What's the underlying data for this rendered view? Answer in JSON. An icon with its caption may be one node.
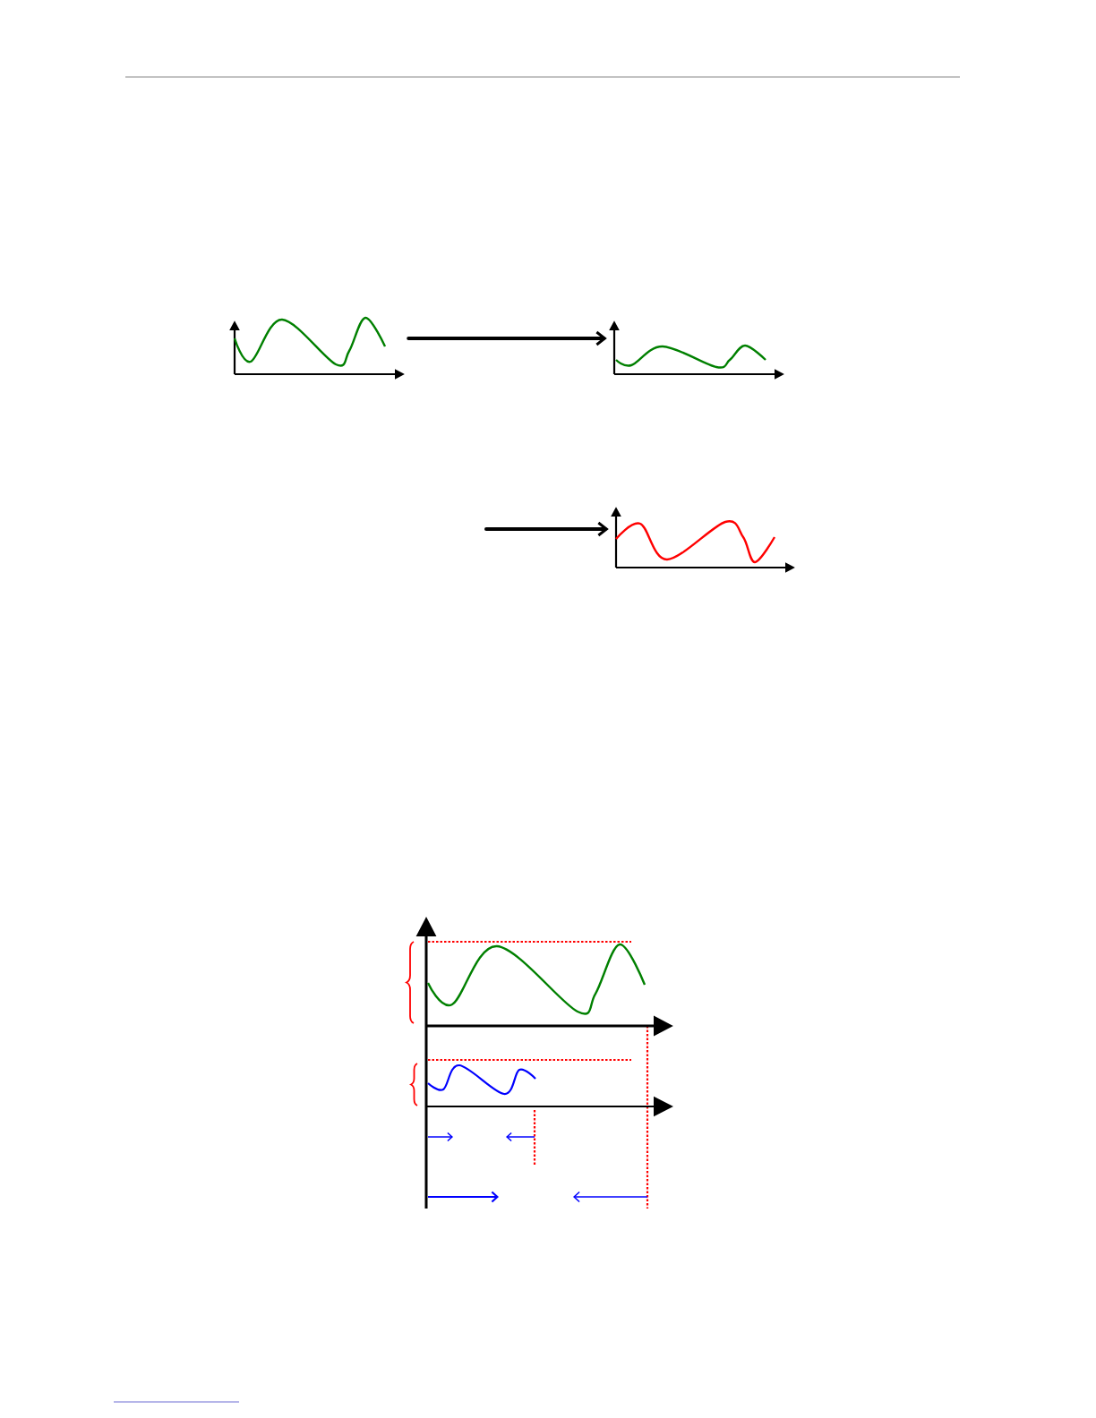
{
  "diagram": {
    "nodes": [
      {
        "text": [],
        "shape": "picture"
      },
      {
        "text": [],
        "shape": "picture"
      },
      {
        "text": [],
        "shape": "picture"
      }
    ],
    "edges": [
      {
        "from": 0,
        "to": 1,
        "arrow": "to"
      },
      {
        "from": null,
        "to": 2,
        "arrow": "to"
      }
    ]
  }
}
